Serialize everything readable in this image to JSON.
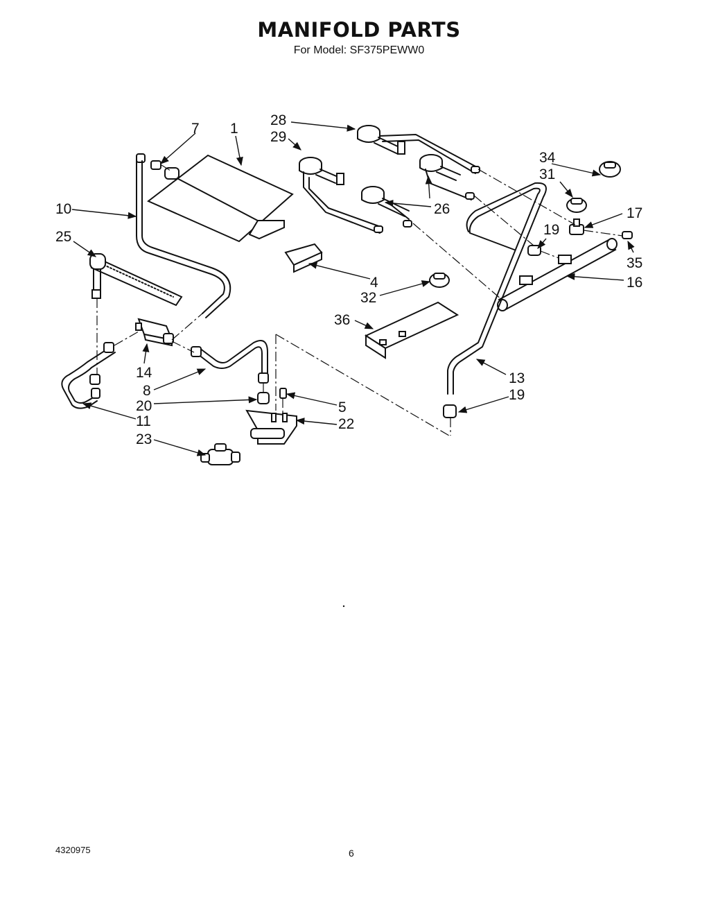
{
  "title": "MANIFOLD PARTS",
  "subtitle": "For Model: SF375PEWW0",
  "footer": {
    "doc_number": "4320975",
    "page_number": "6"
  },
  "callouts": {
    "c1": "1",
    "c4": "4",
    "c5": "5",
    "c7": "7",
    "c8": "8",
    "c10": "10",
    "c11": "11",
    "c13": "13",
    "c14": "14",
    "c16": "16",
    "c17": "17",
    "c19a": "19",
    "c19b": "19",
    "c20": "20",
    "c22": "22",
    "c23": "23",
    "c25": "25",
    "c26": "26",
    "c28": "28",
    "c29": "29",
    "c31": "31",
    "c32": "32",
    "c34": "34",
    "c35": "35",
    "c36": "36"
  }
}
